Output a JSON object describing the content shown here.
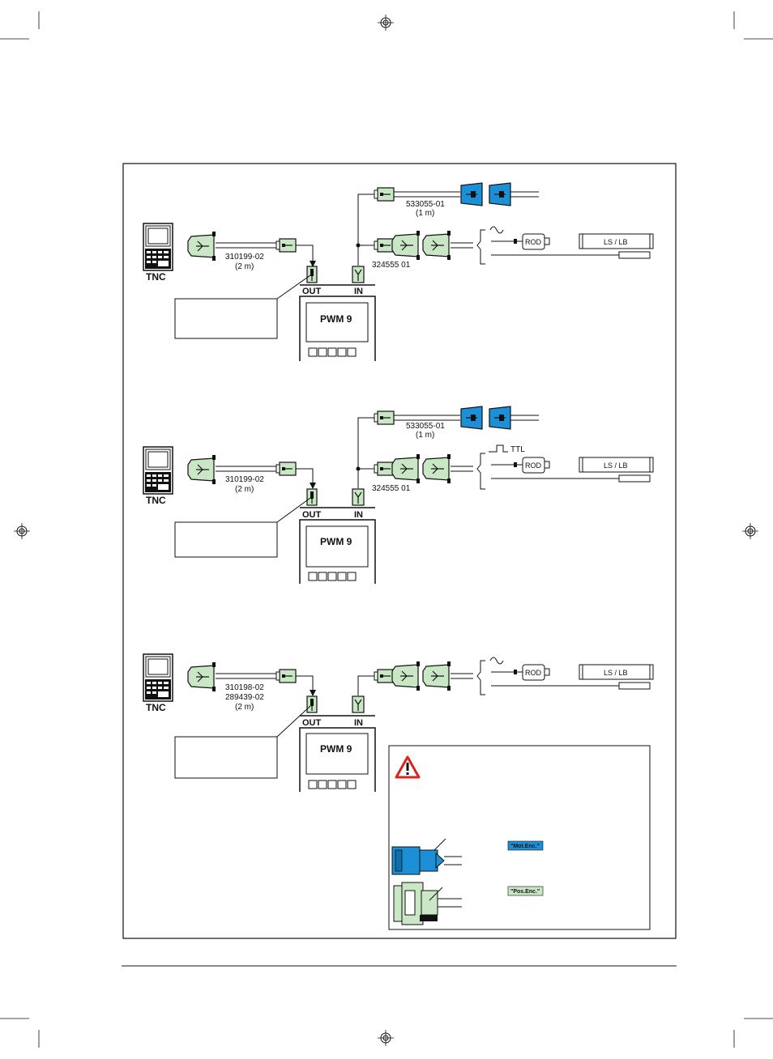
{
  "colors": {
    "green_connector": "#c9e6c5",
    "blue_connector": "#1d8fd6",
    "warning_red": "#d8261f",
    "line": "#111111"
  },
  "icons": [
    "registration-mark-icon",
    "tnc-control-icon",
    "warning-triangle-icon",
    "sine-wave-icon",
    "ttl-square-wave-icon"
  ],
  "sections": [
    {
      "tnc_label": "TNC",
      "cable_tnc": [
        "310199-02",
        "(2 m)"
      ],
      "cable_top": [
        "533055-01",
        "(1 m)"
      ],
      "cable_in": "324555 01",
      "signal": "",
      "device": {
        "out": "OUT",
        "in": "IN",
        "name": "PWM 9"
      },
      "encoders": {
        "rod": "ROD",
        "ls": "LS / LB"
      }
    },
    {
      "tnc_label": "TNC",
      "cable_tnc": [
        "310199-02",
        "(2 m)"
      ],
      "cable_top": [
        "533055-01",
        "(1 m)"
      ],
      "cable_in": "324555 01",
      "signal": "TTL",
      "device": {
        "out": "OUT",
        "in": "IN",
        "name": "PWM 9"
      },
      "encoders": {
        "rod": "ROD",
        "ls": "LS / LB"
      }
    },
    {
      "tnc_label": "TNC",
      "cable_tnc": [
        "310198-02",
        "289439-02",
        "(2 m)"
      ],
      "device": {
        "out": "OUT",
        "in": "IN",
        "name": "PWM 9"
      },
      "encoders": {
        "rod": "ROD",
        "ls": "LS / LB"
      }
    }
  ],
  "warning_box": {
    "mot_enc_tag": "\"Mot.Enc.\"",
    "pos_enc_tag": "\"Pos.Enc.\""
  }
}
